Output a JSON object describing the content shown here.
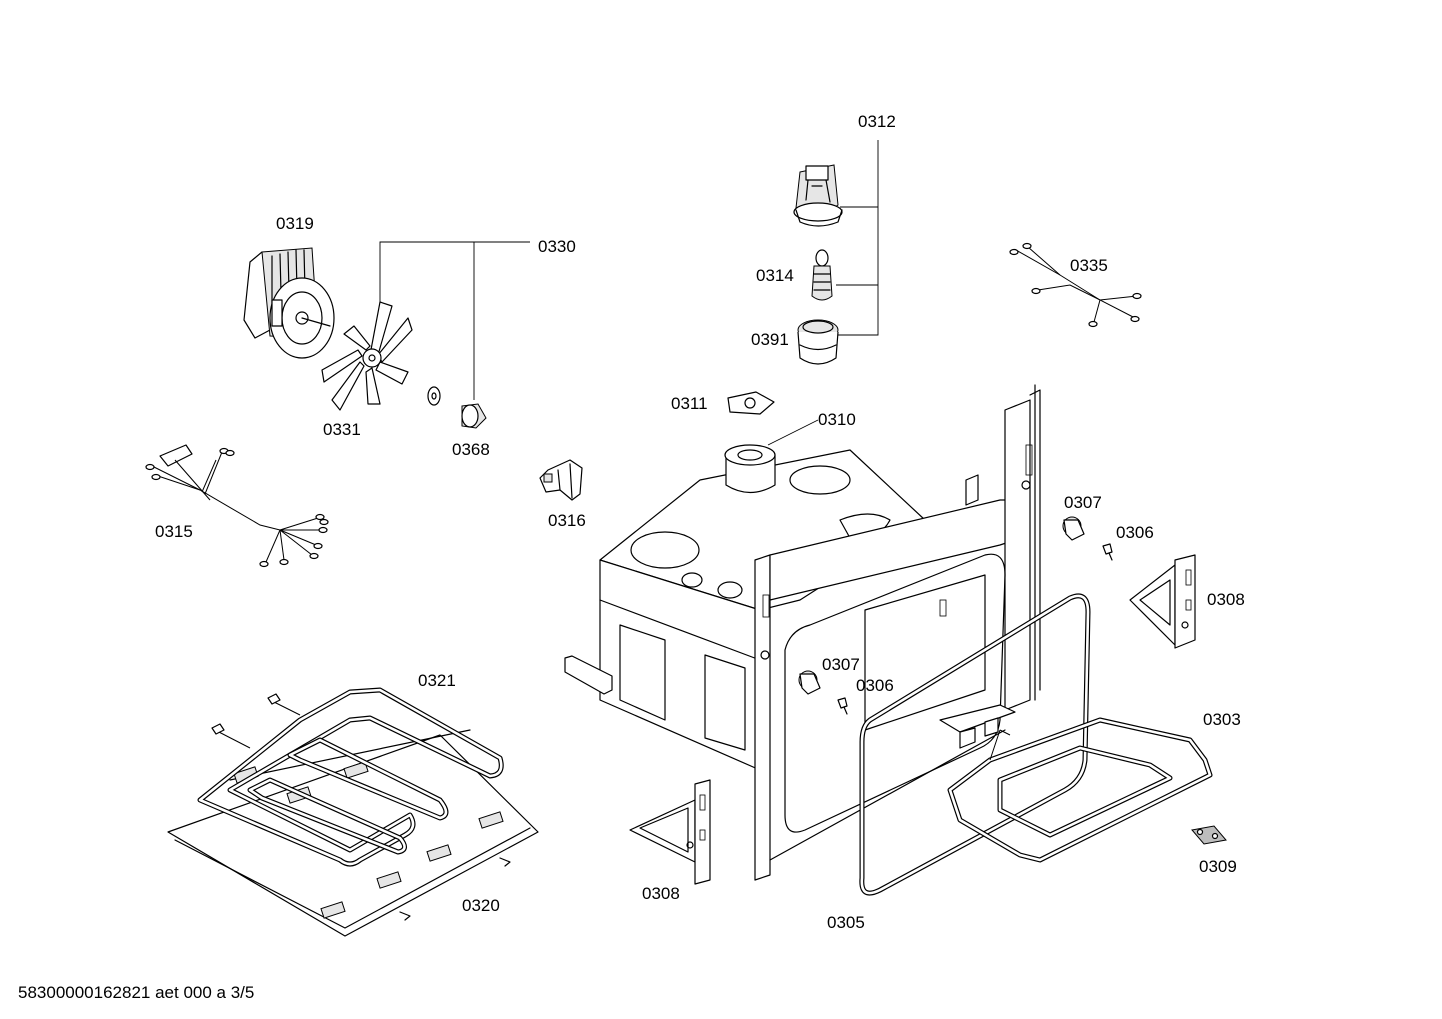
{
  "parts": {
    "p0312": "0312",
    "p0319": "0319",
    "p0330": "0330",
    "p0314": "0314",
    "p0335": "0335",
    "p0391": "0391",
    "p0331": "0331",
    "p0368": "0368",
    "p0311": "0311",
    "p0310": "0310",
    "p0307a": "0307",
    "p0306a": "0306",
    "p0315": "0315",
    "p0316": "0316",
    "p0308a": "0308",
    "p0307b": "0307",
    "p0306b": "0306",
    "p0321": "0321",
    "p0303": "0303",
    "p0320": "0320",
    "p0308b": "0308",
    "p0309": "0309",
    "p0305": "0305"
  },
  "footer": {
    "drawing_id": "58300000162821 aet 000 a 3/5"
  }
}
